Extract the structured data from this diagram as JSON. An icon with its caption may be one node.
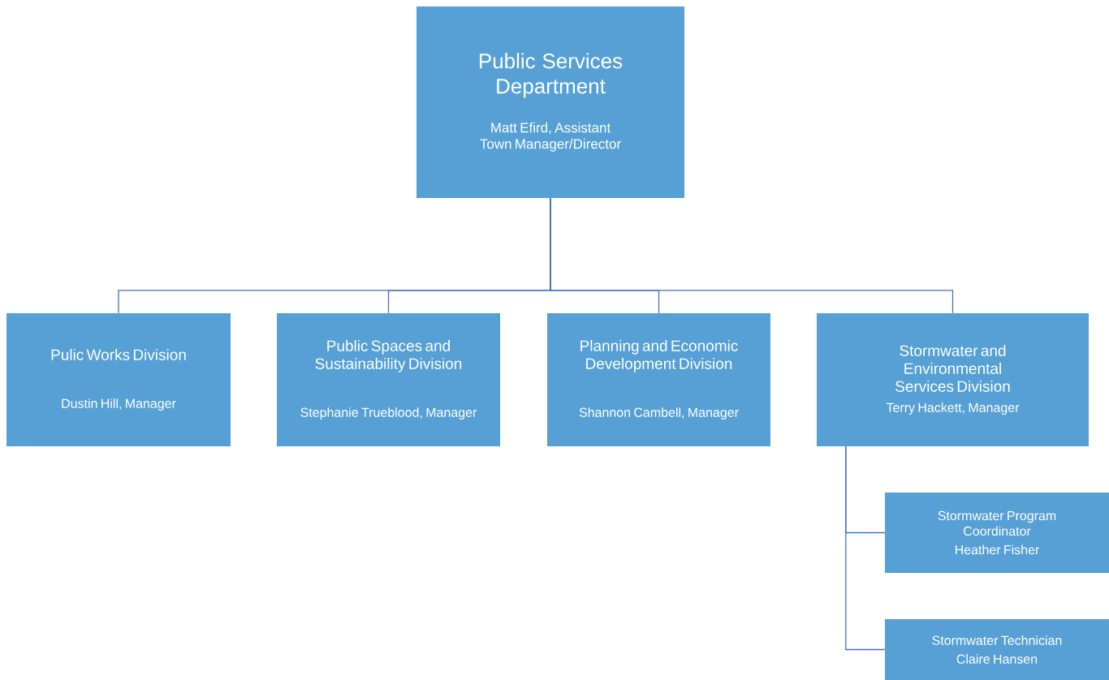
{
  "diagram": {
    "nodes": [
      {
        "text": [
          "Public Services Department",
          "Matt Efird, Assistant Town Manager/Director"
        ]
      },
      {
        "text": [
          "Pulic Works Division",
          "Dustin Hill, Manager"
        ]
      },
      {
        "text": [
          "Public Spaces and Sustainability Division",
          "Stephanie Trueblood, Manager"
        ]
      },
      {
        "text": [
          "Planning and Economic Development Division",
          "Shannon Cambell, Manager"
        ]
      },
      {
        "text": [
          "Stormwater and Environmental Services Division",
          "Terry Hackett, Manager"
        ]
      },
      {
        "text": [
          "Stormwater Program Coordinator",
          "Heather Fisher"
        ]
      },
      {
        "text": [
          "Stormwater Technician",
          "Claire Hansen"
        ]
      }
    ],
    "edges": [
      {
        "from": 0,
        "to": 1,
        "arrow": "none"
      },
      {
        "from": 0,
        "to": 2,
        "arrow": "none"
      },
      {
        "from": 0,
        "to": 3,
        "arrow": "none"
      },
      {
        "from": 0,
        "to": 4,
        "arrow": "none"
      },
      {
        "from": 4,
        "to": 5,
        "arrow": "none"
      },
      {
        "from": 4,
        "to": 6,
        "arrow": "none"
      }
    ]
  }
}
